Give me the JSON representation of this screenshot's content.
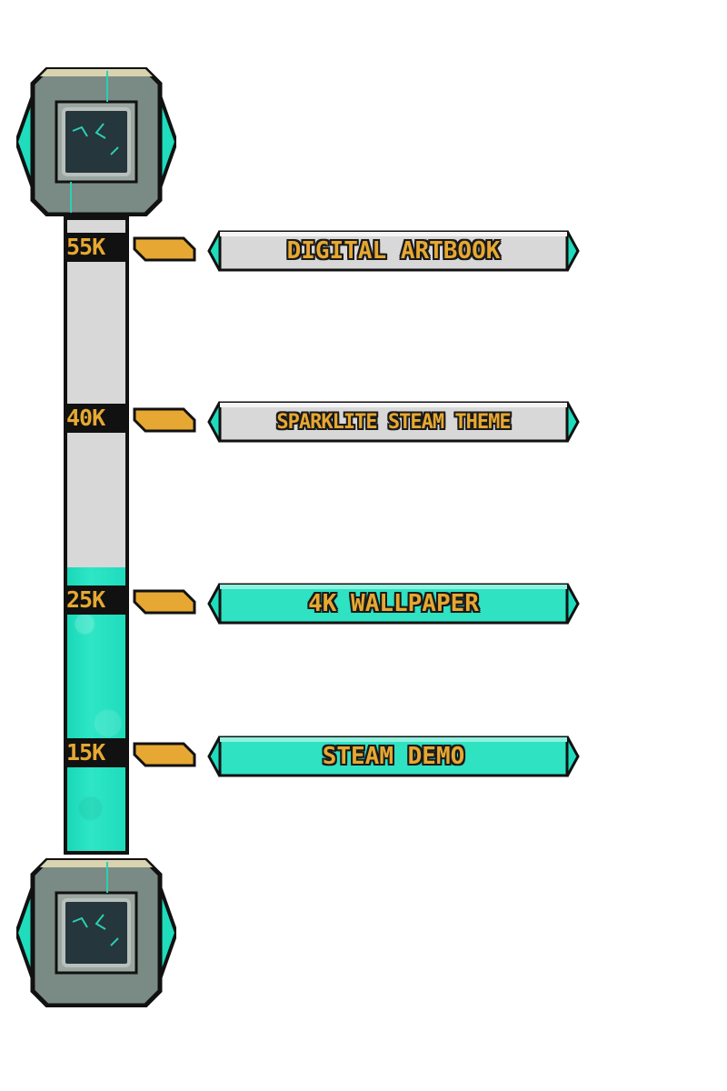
{
  "colors": {
    "gold": "#e6a832",
    "teal": "#1fdcbc",
    "locked_gray": "#d8d8d8",
    "outline": "#111111",
    "stone": "#6f7f78"
  },
  "progress": {
    "filled_fraction": 0.45
  },
  "tiers": [
    {
      "amount": "55K",
      "reward": "DIGITAL ARTBOOK",
      "unlocked": false
    },
    {
      "amount": "40K",
      "reward": "SPARKLITE STEAM THEME",
      "unlocked": false
    },
    {
      "amount": "25K",
      "reward": "4K WALLPAPER",
      "unlocked": true
    },
    {
      "amount": "15K",
      "reward": "STEAM DEMO",
      "unlocked": true
    }
  ]
}
